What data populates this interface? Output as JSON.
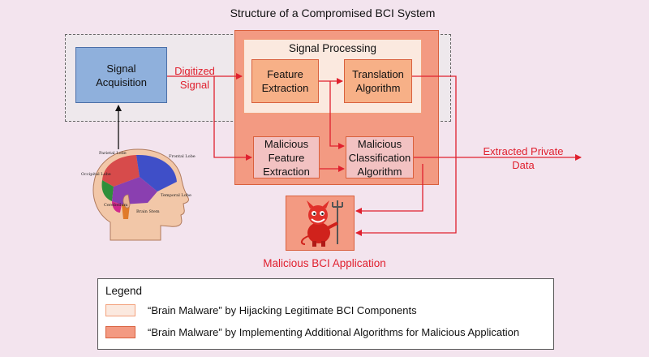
{
  "title": "Structure of a Compromised BCI System",
  "nodes": {
    "signal_acquisition": "Signal\nAcquisition",
    "signal_processing": "Signal Processing",
    "feature_extraction": "Feature\nExtraction",
    "translation_algorithm": "Translation\nAlgorithm",
    "malicious_feature_extraction": "Malicious\nFeature\nExtraction",
    "malicious_classification_algorithm": "Malicious\nClassification\nAlgorithm"
  },
  "labels": {
    "digitized_signal": "Digitized\nSignal",
    "extracted_private_data": "Extracted Private\nData",
    "malicious_bci_application": "Malicious BCI Application"
  },
  "brain_labels": {
    "parietal": "Parietal Lobe",
    "frontal": "Frontal Lobe",
    "occipital": "Occipital Lobe",
    "temporal": "Temporal Lobe",
    "cerebellum": "Cerebellum",
    "brain_stem": "Brain Stem"
  },
  "legend": {
    "title": "Legend",
    "items": [
      {
        "text": "“Brain Malware” by Hijacking Legitimate BCI Components",
        "color": "#fbe9df"
      },
      {
        "text": "“Brain Malware” by Implementing Additional Algorithms for Malicious Application",
        "color": "#f39a82"
      }
    ]
  },
  "colors": {
    "arrow_red": "#e0202e",
    "arrow_black": "#111111",
    "signal_acquisition_fill": "#8fb0dc",
    "malicious_region_fill": "#f39a82",
    "hijacked_region_fill": "#fbe9df"
  },
  "icons": {
    "devil": "devil-icon",
    "head": "human-head-brain-icon"
  }
}
